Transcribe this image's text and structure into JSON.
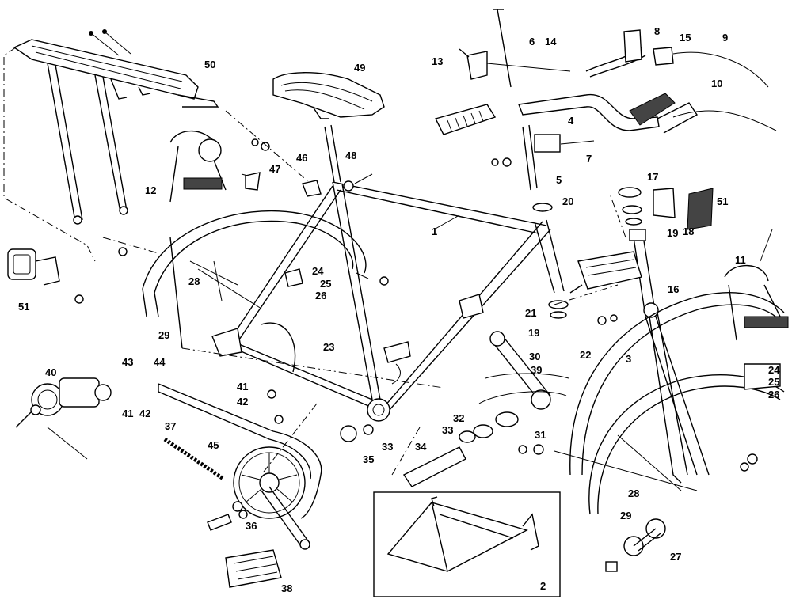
{
  "diagram": {
    "inset_label": "2",
    "part_labels": [
      "1",
      "2",
      "3",
      "4",
      "5",
      "6",
      "7",
      "8",
      "9",
      "10",
      "11",
      "12",
      "13",
      "14",
      "15",
      "16",
      "17",
      "18",
      "19",
      "20",
      "21",
      "22",
      "23",
      "24",
      "25",
      "26",
      "27",
      "28",
      "29",
      "30",
      "31",
      "32",
      "33",
      "34",
      "35",
      "36",
      "37",
      "38",
      "39",
      "40",
      "41",
      "42",
      "43",
      "44",
      "45",
      "46",
      "47",
      "48",
      "49",
      "50",
      "51"
    ]
  },
  "labels": {
    "l1": "1",
    "l2": "2",
    "l3": "3",
    "l4": "4",
    "l5": "5",
    "l6": "6",
    "l7": "7",
    "l8": "8",
    "l9": "9",
    "l10": "10",
    "l11": "11",
    "l12": "12",
    "l13": "13",
    "l14": "14",
    "l15": "15",
    "l16": "16",
    "l17": "17",
    "l18": "18",
    "l19a": "19",
    "l19b": "19",
    "l20": "20",
    "l21": "21",
    "l22": "22",
    "l23": "23",
    "l24a": "24",
    "l24b": "24",
    "l25a": "25",
    "l25b": "25",
    "l26a": "26",
    "l26b": "26",
    "l27": "27",
    "l28a": "28",
    "l28b": "28",
    "l29a": "29",
    "l29b": "29",
    "l30": "30",
    "l31": "31",
    "l32": "32",
    "l33a": "33",
    "l33b": "33",
    "l34": "34",
    "l35": "35",
    "l36": "36",
    "l37": "37",
    "l38": "38",
    "l39": "39",
    "l40": "40",
    "l41a": "41",
    "l41b": "41",
    "l42a": "42",
    "l42b": "42",
    "l43": "43",
    "l44": "44",
    "l45": "45",
    "l46": "46",
    "l47": "47",
    "l48": "48",
    "l49": "49",
    "l50": "50",
    "l51a": "51",
    "l51b": "51"
  }
}
